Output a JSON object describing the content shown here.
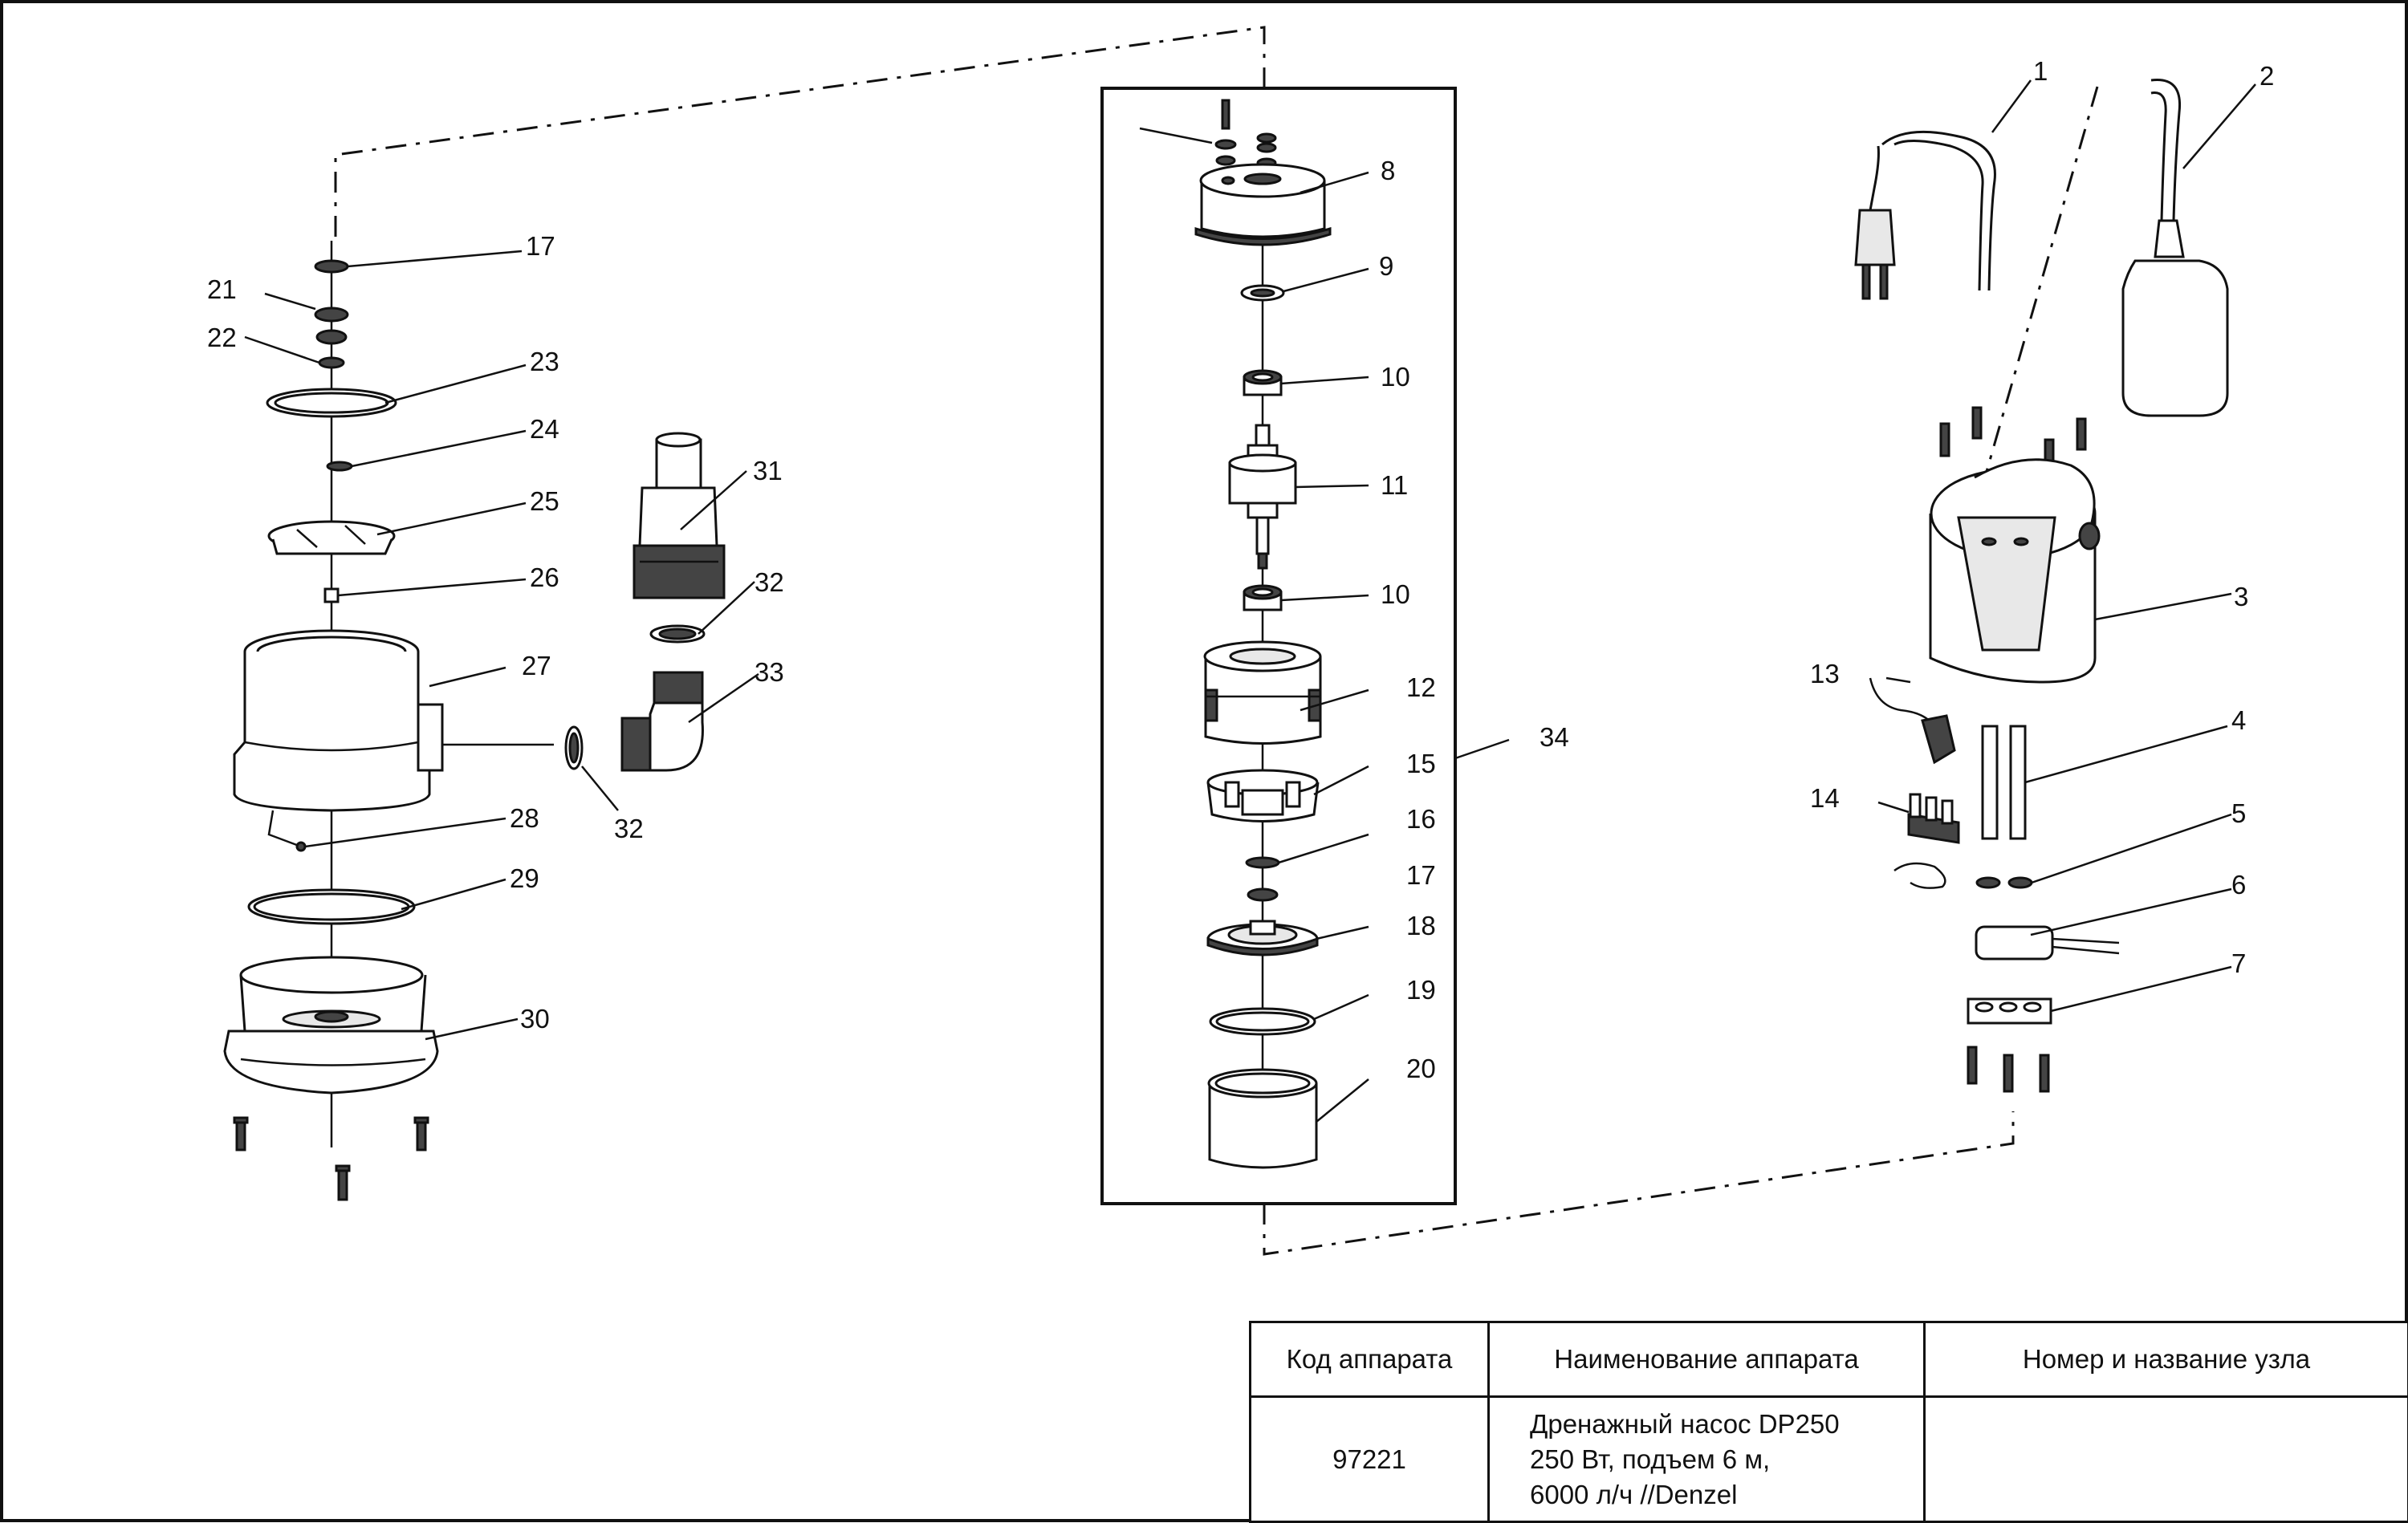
{
  "callouts": {
    "c1": "1",
    "c2": "2",
    "c3": "3",
    "c4": "4",
    "c5": "5",
    "c6": "6",
    "c7": "7",
    "c8": "8",
    "c9": "9",
    "c10a": "10",
    "c10b": "10",
    "c11": "11",
    "c12": "12",
    "c13": "13",
    "c14": "14",
    "c15": "15",
    "c16": "16",
    "c17a": "17",
    "c17b": "17",
    "c18": "18",
    "c19": "19",
    "c20": "20",
    "c21": "21",
    "c22": "22",
    "c23": "23",
    "c24": "24",
    "c25": "25",
    "c26": "26",
    "c27": "27",
    "c28": "28",
    "c29": "29",
    "c30": "30",
    "c31": "31",
    "c32a": "32",
    "c32b": "32",
    "c33": "33",
    "c34": "34"
  },
  "title_block": {
    "headers": {
      "code": "Код аппарата",
      "name": "Наименование аппарата",
      "unit": "Номер и название узла"
    },
    "row": {
      "code": "97221",
      "name_line1": "Дренажный насос DP250",
      "name_line2": "250 Вт, подъем 6 м,",
      "name_line3": "6000 л/ч //Denzel",
      "unit": ""
    }
  }
}
